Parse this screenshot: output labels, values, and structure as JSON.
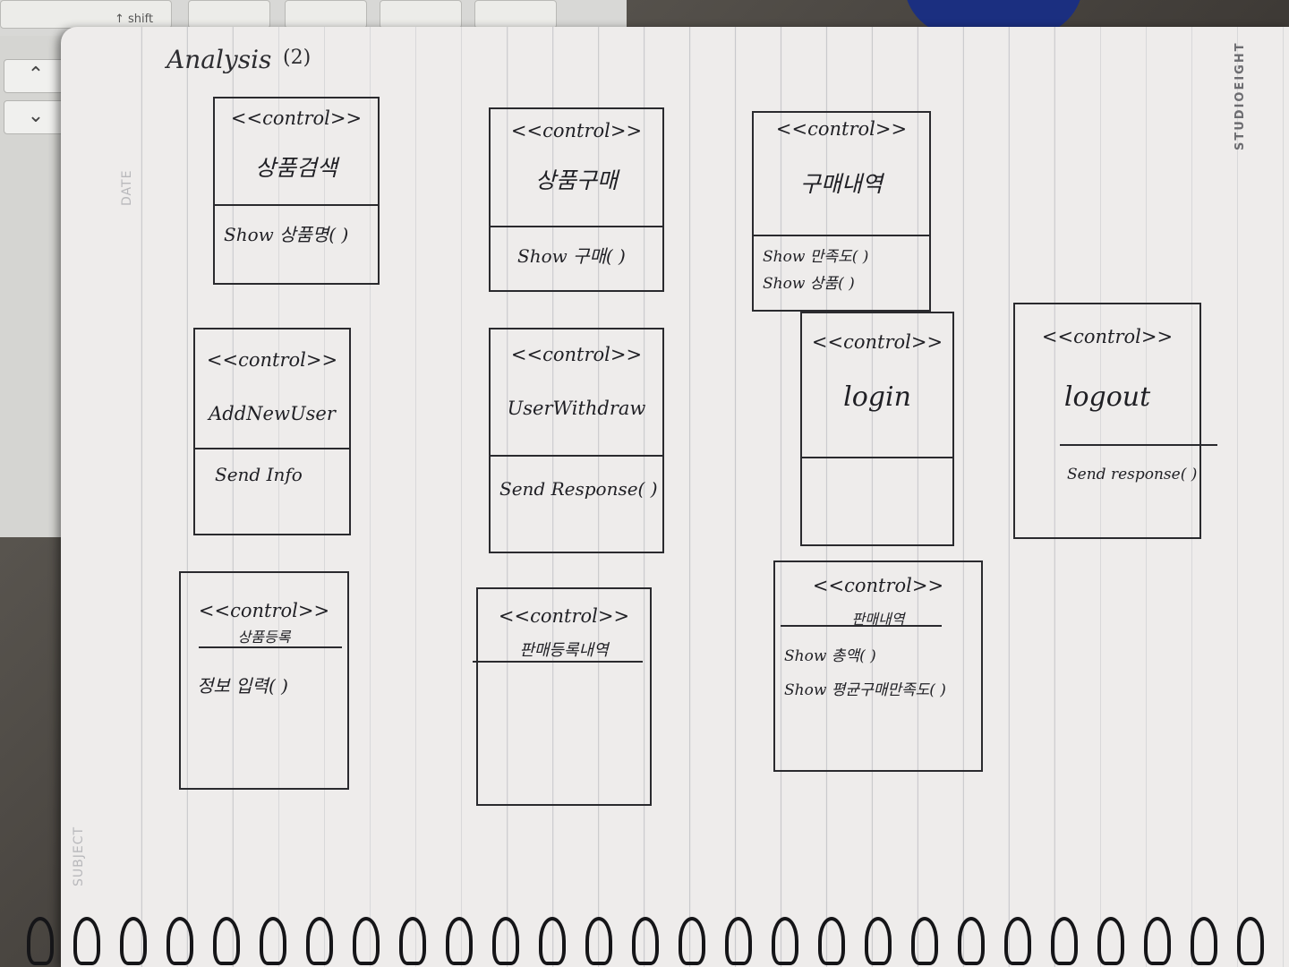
{
  "page": {
    "title": "Analysis",
    "number": "(2)",
    "side_labels": {
      "date": "DATE",
      "subject": "SUBJECT"
    },
    "brand": "STUDIOEIGHT"
  },
  "keyboard": {
    "shift_label": "↑ shift"
  },
  "arrow_keys": {
    "up": "⌃",
    "down": "⌄"
  },
  "boxes": [
    {
      "stereotype": "<<control>>",
      "name": "상품검색",
      "operations": [
        "Show 상품명( )"
      ]
    },
    {
      "stereotype": "<<control>>",
      "name": "상품구매",
      "operations": [
        "Show 구매( )"
      ]
    },
    {
      "stereotype": "<<control>>",
      "name": "구매내역",
      "operations": [
        "Show 만족도( )",
        "Show 상품( )"
      ]
    },
    {
      "stereotype": "<<control>>",
      "name": "AddNewUser",
      "operations": [
        "Send Info"
      ]
    },
    {
      "stereotype": "<<control>>",
      "name": "UserWithdraw",
      "operations": [
        "Send Response( )"
      ]
    },
    {
      "stereotype": "<<control>>",
      "name": "login",
      "operations": []
    },
    {
      "stereotype": "<<control>>",
      "name": "logout",
      "operations": [
        "Send response( )"
      ]
    },
    {
      "stereotype": "<<control>>",
      "name": "상품등록",
      "operations": [
        "정보 입력( )"
      ]
    },
    {
      "stereotype": "<<control>>",
      "name": "판매등록내역",
      "operations": []
    },
    {
      "stereotype": "<<control>>",
      "name": "판매내역",
      "operations": [
        "Show 총액( )",
        "Show 평균구매만족도( )"
      ]
    }
  ]
}
